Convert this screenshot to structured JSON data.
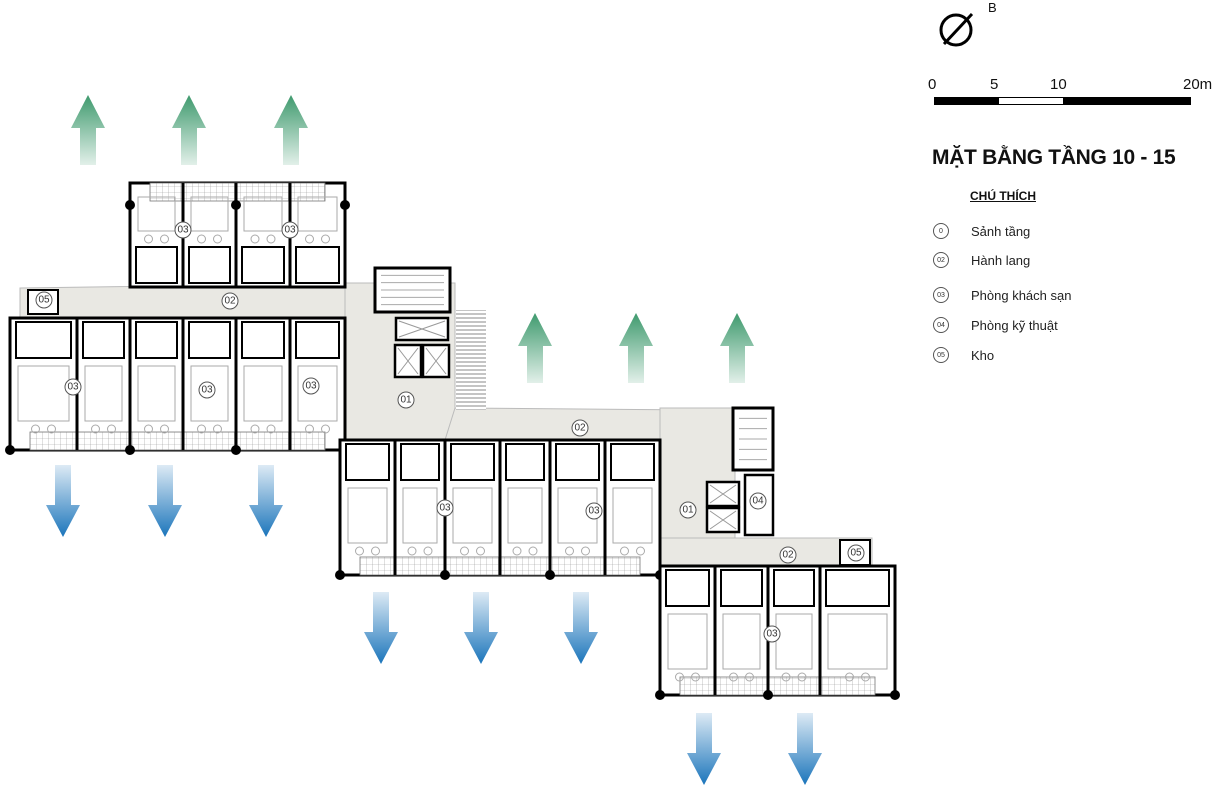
{
  "north": {
    "letter": "B"
  },
  "scale": {
    "ticks": [
      "0",
      "5",
      "10",
      "20m"
    ],
    "segments_m": [
      5,
      5,
      10
    ]
  },
  "title": "MẶT BẰNG TẦNG 10 - 15",
  "legend": {
    "heading": "CHÚ THÍCH",
    "items": [
      {
        "code": "0",
        "label": "Sảnh tầng"
      },
      {
        "code": "02",
        "label": "Hành lang"
      },
      {
        "code": "03",
        "label": "Phòng khách sạn"
      },
      {
        "code": "04",
        "label": "Phòng kỹ thuật"
      },
      {
        "code": "05",
        "label": "Kho"
      }
    ]
  },
  "plan_tags": {
    "lobby": "01",
    "corridor": "02",
    "room": "03",
    "tech": "04",
    "store": "05"
  },
  "colors": {
    "corridor": "#e9e8e3",
    "wall": "#000000",
    "wind_in": "#3f9a6e",
    "wind_out": "#1b75bb"
  }
}
